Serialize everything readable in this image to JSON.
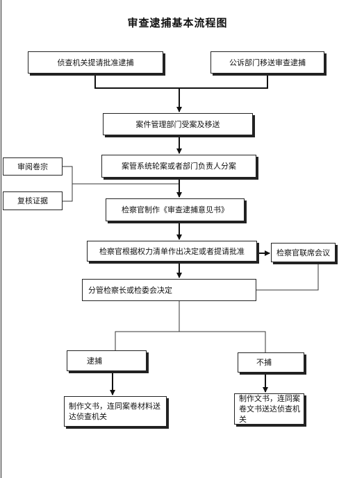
{
  "title": "审查逮捕基本流程图",
  "boxes": {
    "investigation_request": "侦查机关提请批准逮捕",
    "prosecution_transfer": "公诉部门移送审查逮捕",
    "case_management": "案件管理部门受案及移送",
    "assignment": "案管系统轮案或者部门负责人分案",
    "review_files": "审阅卷宗",
    "verify_evidence": "复核证据",
    "opinion_draft": "检察官制作《审查逮捕意见书》",
    "decision_or_report": "检察官根据权力清单作出决定或者提请批准",
    "joint_meeting": "检察官联席会议",
    "chief_decision": "分管检察长或检委会决定",
    "arrest": "逮捕",
    "no_arrest": "不捕",
    "arrest_doc": "制作文书，连同案卷材料送达侦查机关",
    "no_arrest_doc": "制作文书，连同案卷文书送达侦查机关"
  }
}
